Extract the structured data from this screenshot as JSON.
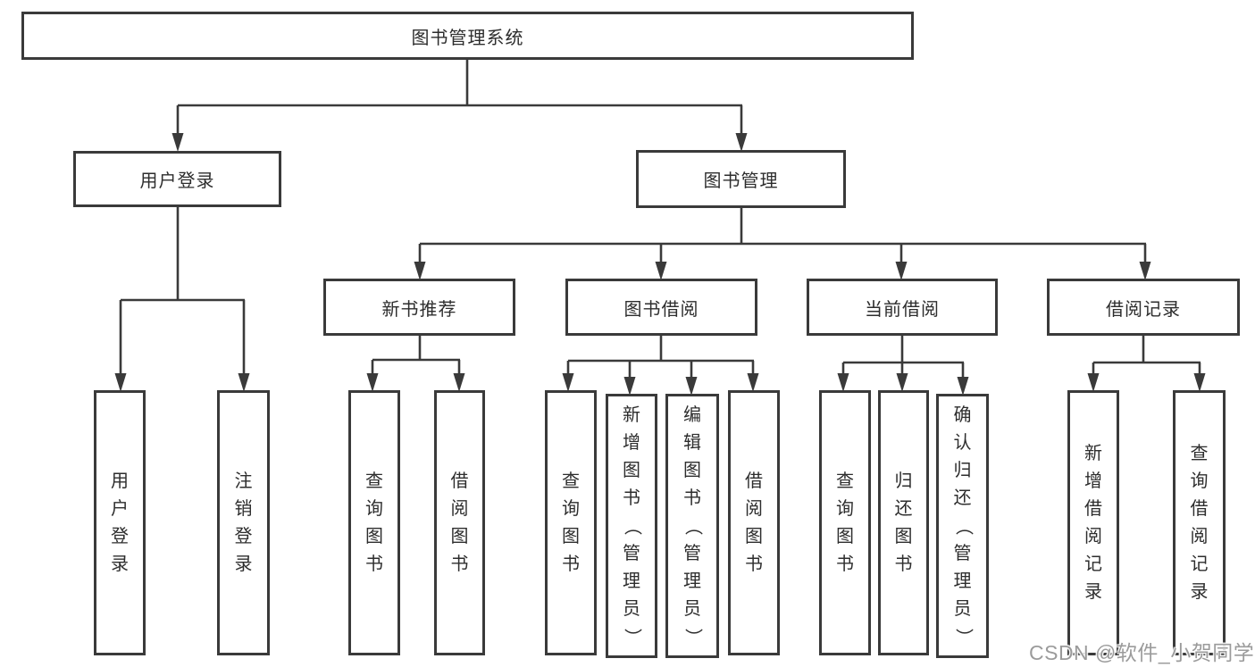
{
  "tree": {
    "root": {
      "label": "图书管理系统"
    },
    "branches": [
      {
        "label": "用户登录",
        "children": [
          {
            "label": "用户登录"
          },
          {
            "label": "注销登录"
          }
        ]
      },
      {
        "label": "图书管理",
        "children": [
          {
            "label": "新书推荐",
            "children": [
              {
                "label": "查询图书"
              },
              {
                "label": "借阅图书"
              }
            ]
          },
          {
            "label": "图书借阅",
            "children": [
              {
                "label": "查询图书"
              },
              {
                "label": "新增图书（管理员）"
              },
              {
                "label": "编辑图书（管理员）"
              },
              {
                "label": "借阅图书"
              }
            ]
          },
          {
            "label": "当前借阅",
            "children": [
              {
                "label": "查询图书"
              },
              {
                "label": "归还图书"
              },
              {
                "label": "确认归还（管理员）"
              }
            ]
          },
          {
            "label": "借阅记录",
            "children": [
              {
                "label": "新增借阅记录"
              },
              {
                "label": "查询借阅记录"
              }
            ]
          }
        ]
      }
    ]
  },
  "watermark": {
    "text": "CSDN @软件_小贺同学",
    "color": "#9b9b9b"
  },
  "line_color": "#3a3a3a"
}
